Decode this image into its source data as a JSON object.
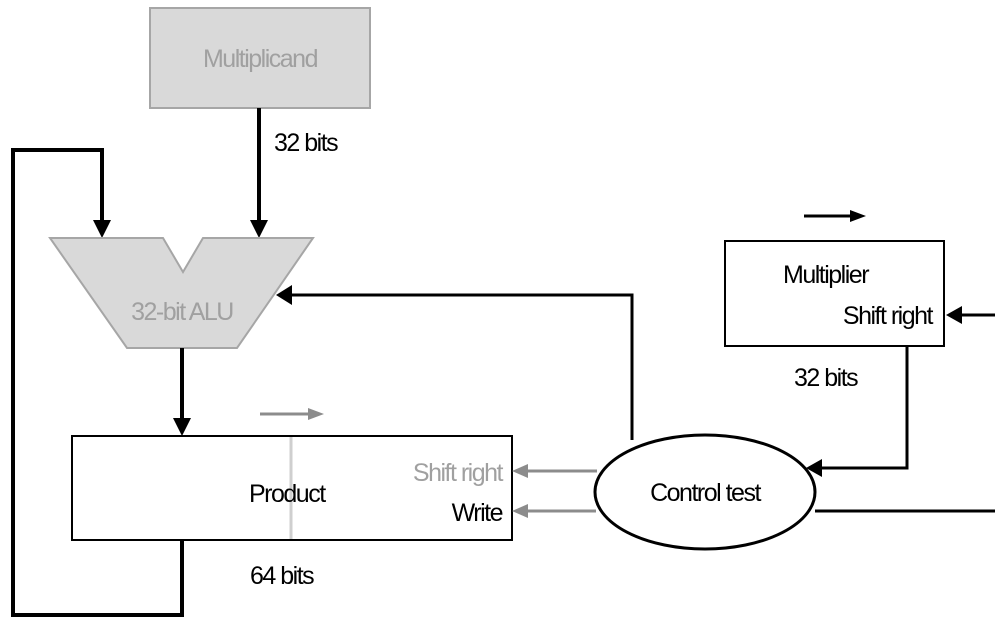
{
  "diagram": {
    "multiplicand": {
      "label": "Multiplicand"
    },
    "multiplicand_width": "32 bits",
    "alu": {
      "label": "32-bit ALU"
    },
    "multiplier": {
      "label": "Multiplier",
      "shift_label": "Shift right",
      "width": "32 bits"
    },
    "product": {
      "label": "Product",
      "shift_label": "Shift right",
      "write_label": "Write",
      "width": "64 bits"
    },
    "control": {
      "label": "Control test"
    },
    "colors": {
      "line": "#000000",
      "gray_line": "#8c8c8c",
      "shaded_fill": "#d9d9d9",
      "shaded_stroke": "#a6a6a6",
      "gray_text": "#a0a0a0"
    }
  }
}
